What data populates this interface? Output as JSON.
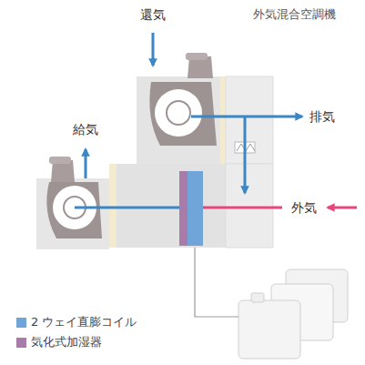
{
  "diagram": {
    "title": "外気混合空調機",
    "labels": [
      "還気",
      "給気",
      "排気",
      "外気"
    ],
    "legend": [
      {
        "text": "2 ウェイ直膨コイル",
        "color": "#6fa5d8"
      },
      {
        "text": "気化式加湿器",
        "color": "#a97ba9"
      }
    ]
  }
}
